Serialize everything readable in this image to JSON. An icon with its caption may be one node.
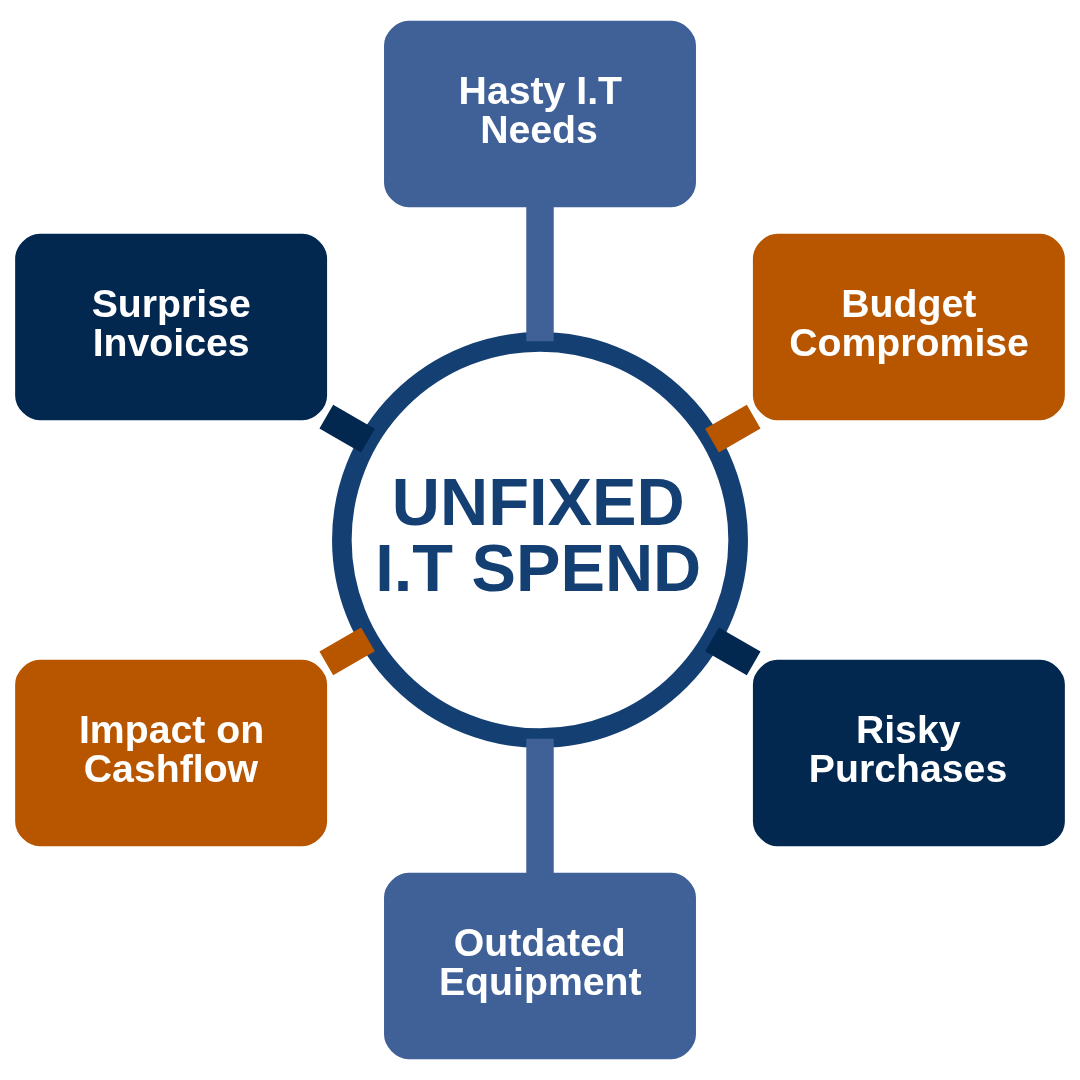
{
  "diagram": {
    "nodes": [
      {
        "text": [
          "UNFIXED I.T SPEND"
        ]
      },
      {
        "text": [
          "Surprise Invoices"
        ]
      },
      {
        "text": [
          "Hasty I.T Needs"
        ]
      },
      {
        "text": [
          "Budget Compromise"
        ]
      },
      {
        "text": [
          "Risky Purchases"
        ]
      },
      {
        "text": [
          "Outdated Equipment"
        ]
      },
      {
        "text": [
          "Impact on Cashflow"
        ]
      }
    ],
    "edges": [
      {
        "from": 0,
        "to": 1,
        "arrow": "none",
        "color": "#022850"
      },
      {
        "from": 0,
        "to": 2,
        "arrow": "none",
        "color": "#3f6198"
      },
      {
        "from": 0,
        "to": 3,
        "arrow": "none",
        "color": "#b85600"
      },
      {
        "from": 0,
        "to": 4,
        "arrow": "none",
        "color": "#022850"
      },
      {
        "from": 0,
        "to": 5,
        "arrow": "none",
        "color": "#3f6198"
      },
      {
        "from": 0,
        "to": 6,
        "arrow": "none",
        "color": "#b85600"
      }
    ]
  }
}
